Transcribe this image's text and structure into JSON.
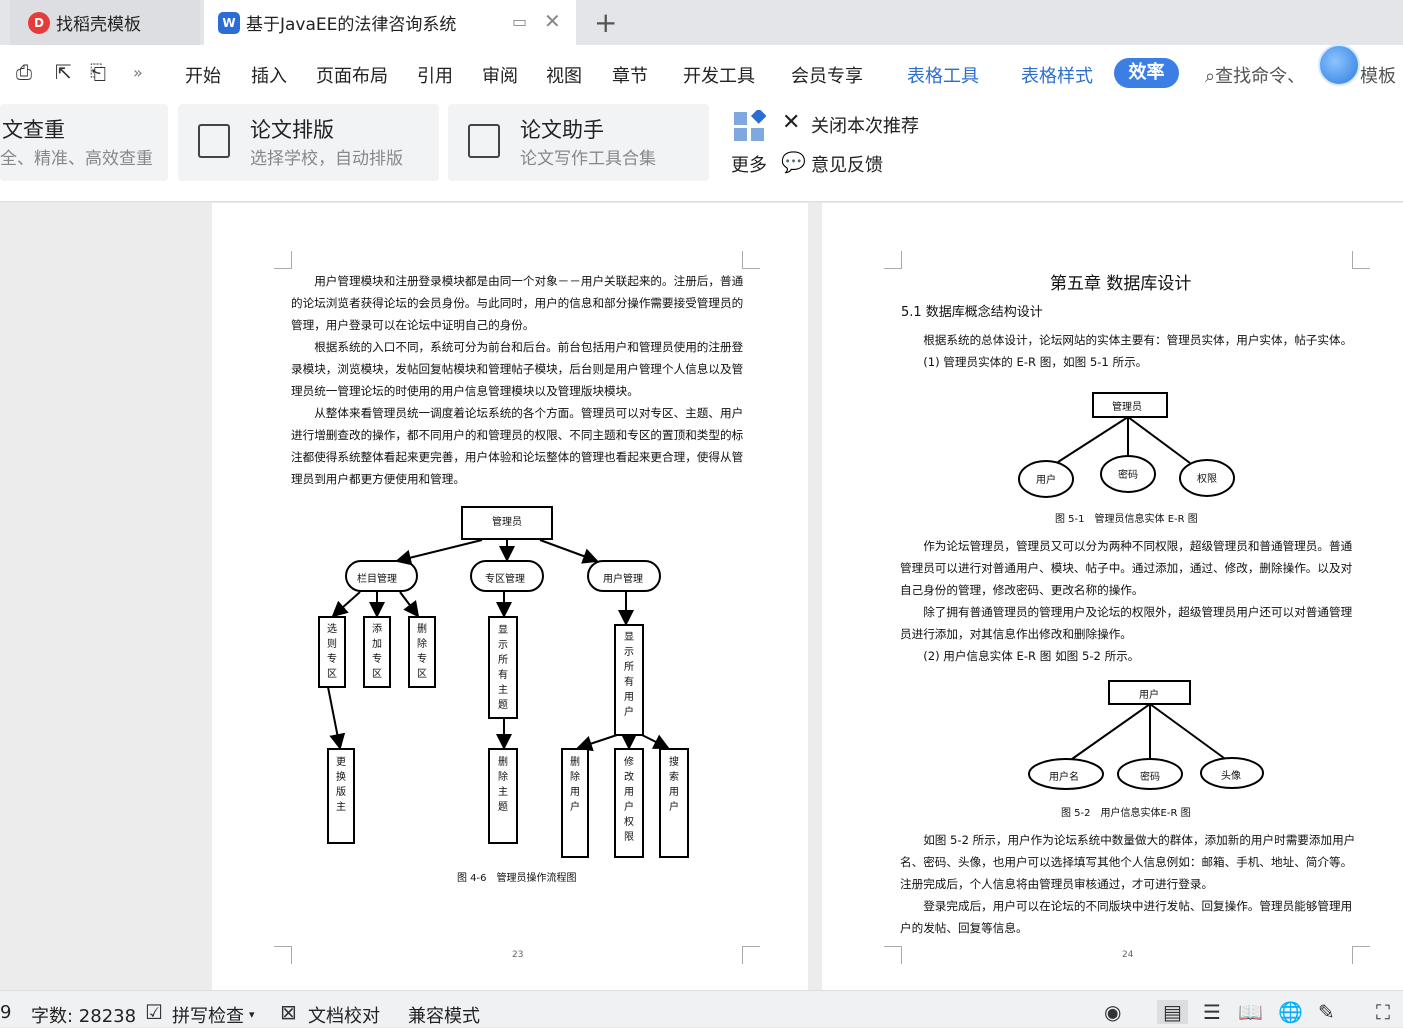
{
  "tabs": [
    {
      "label": "找稻壳模板"
    },
    {
      "label": "基于JavaEE的法律咨询系统"
    }
  ],
  "menu": [
    "开始",
    "插入",
    "页面布局",
    "引用",
    "审阅",
    "视图",
    "章节",
    "开发工具",
    "会员专享",
    "表格工具",
    "表格样式",
    "效率"
  ],
  "search": {
    "label": "查找命令、",
    "tail": "模板"
  },
  "ribbon": {
    "cards": [
      {
        "title": "文查重",
        "sub": "全、精准、高效查重"
      },
      {
        "title": "论文排版",
        "sub": "选择学校，自动排版"
      },
      {
        "title": "论文助手",
        "sub": "论文写作工具合集"
      }
    ],
    "more": "更多",
    "close": "关闭本次推荐",
    "feedback": "意见反馈"
  },
  "page23": {
    "paras": [
      "用户管理模块和注册登录模块都是由同一个对象－－用户关联起来的。注册后，普通的论坛浏览者获得论坛的会员身份。与此同时，用户的信息和部分操作需要接受管理员的管理，用户登录可以在论坛中证明自己的身份。",
      "根据系统的入口不同，系统可分为前台和后台。前台包括用户和管理员使用的注册登录模块，浏览模块，发帖回复帖模块和管理帖子模块，后台则是用户管理个人信息以及管理员统一管理论坛的时使用的用户信息管理模块以及管理版块模块。",
      "从整体来看管理员统一调度着论坛系统的各个方面。管理员可以对专区、主题、用户进行增删查改的操作，都不同用户的和管理员的权限、不同主题和专区的置顶和类型的标注都使得系统整体看起来更完善，用户体验和论坛整体的管理也看起来更合理，使得从管理员到用户都更方便使用和管理。"
    ],
    "flow": {
      "root": "管理员",
      "mid": [
        "栏目管理",
        "专区管理",
        "用户管理"
      ],
      "l1": [
        "选则专区",
        "添加专区",
        "删除专区",
        "显示所有主题",
        "显示所有用户"
      ],
      "l2": [
        "更换版主",
        "删除主题",
        "删除用户",
        "修改用户权限",
        "搜索用户"
      ]
    },
    "caption": "图 4-6　管理员操作流程图",
    "pageno": "23"
  },
  "page24": {
    "chapter": "第五章  数据库设计",
    "section": "5.1  数据库概念结构设计",
    "paras1": [
      "根据系统的总体设计，论坛网站的实体主要有：管理员实体，用户实体，帖子实体。",
      "(1) 管理员实体的 E-R 图，如图 5-1 所示。"
    ],
    "er1": {
      "entity": "管理员",
      "attrs": [
        "用户",
        "密码",
        "权限"
      ],
      "caption": "图 5-1　管理员信息实体 E-R 图"
    },
    "paras2": [
      "作为论坛管理员，管理员又可以分为两种不同权限，超级管理员和普通管理员。普通管理员可以进行对普通用户、模块、帖子中。通过添加，通过、修改，删除操作。以及对自己身份的管理，修改密码、更改名称的操作。",
      "除了拥有普通管理员的管理用户及论坛的权限外，超级管理员用户还可以对普通管理员进行添加，对其信息作出修改和删除操作。",
      "(2) 用户信息实体 E-R 图  如图 5-2 所示。"
    ],
    "er2": {
      "entity": "用户",
      "attrs": [
        "用户名",
        "密码",
        "头像"
      ],
      "caption": "图 5-2　用户信息实体E-R 图"
    },
    "paras3": [
      "如图 5-2 所示，用户作为论坛系统中数量做大的群体，添加新的用户时需要添加用户名、密码、头像，也用户可以选择填写其他个人信息例如：邮箱、手机、地址、简介等。注册完成后，个人信息将由管理员审核通过，才可进行登录。",
      "登录完成后，用户可以在论坛的不同版块中进行发帖、回复操作。管理员能够管理用户的发帖、回复等信息。"
    ],
    "pageno": "24"
  },
  "status": {
    "page": "9",
    "words": "字数: 28238",
    "spell": "拼写检查",
    "proof": "文档校对",
    "compat": "兼容模式"
  }
}
